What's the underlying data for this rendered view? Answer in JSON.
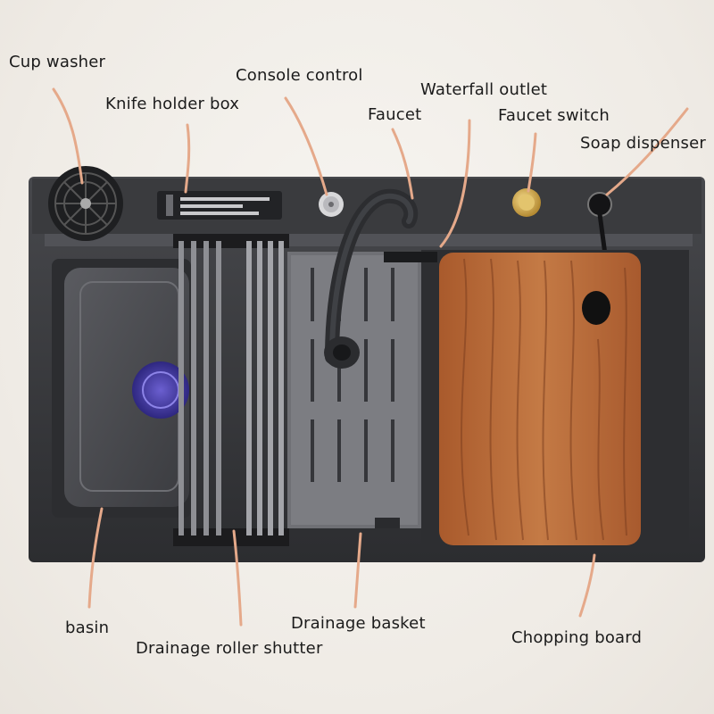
{
  "labels": {
    "cup_washer": "Cup washer",
    "console_control": "Console control",
    "knife_holder_box": "Knife holder box",
    "waterfall_outlet": "Waterfall outlet",
    "faucet": "Faucet",
    "faucet_switch": "Faucet switch",
    "soap_dispenser": "Soap dispenser",
    "basin": "basin",
    "drainage_basket": "Drainage basket",
    "drainage_roller_shutter": "Drainage roller shutter",
    "chopping_board": "Chopping board"
  },
  "colors": {
    "sink_body": "#3b3c3f",
    "deck": "#2f3033",
    "basin": "#4a4b4f",
    "board": "#b4693a",
    "board_grain": "#7e3f1f",
    "accent_arrow": "#e5a98a",
    "drain_cover": "#4b3fa8",
    "faucet_switch": "#c9a64a"
  }
}
